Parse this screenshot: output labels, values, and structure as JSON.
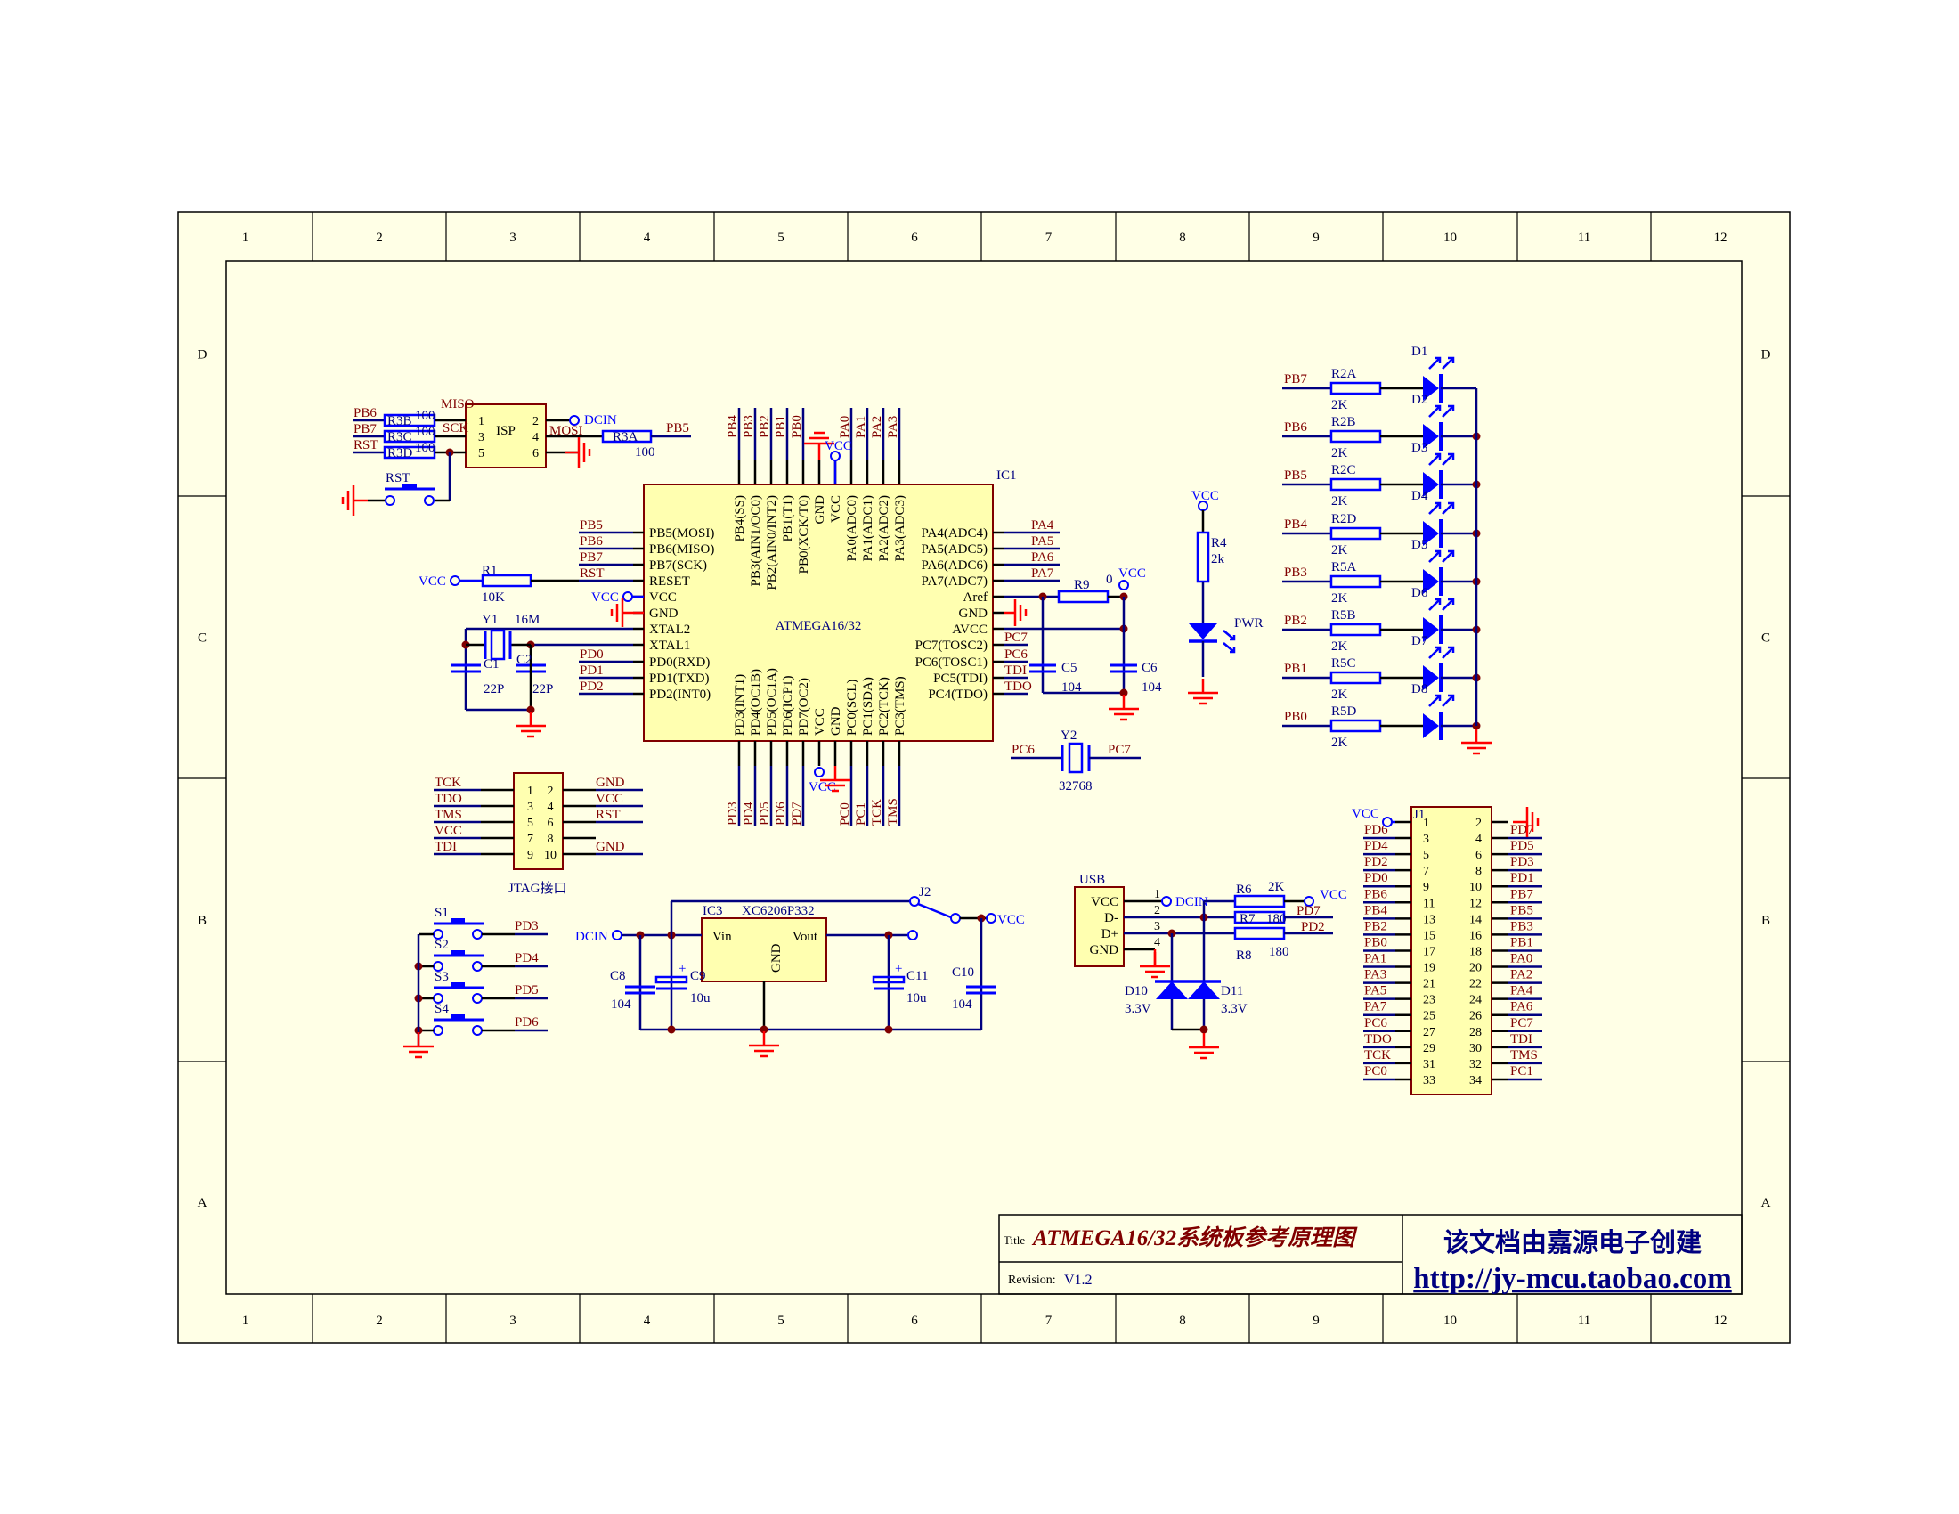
{
  "frame": {
    "columns": [
      "1",
      "2",
      "3",
      "4",
      "5",
      "6",
      "7",
      "8",
      "9",
      "10",
      "11",
      "12"
    ],
    "rows": [
      "D",
      "C",
      "B",
      "A"
    ]
  },
  "title_block": {
    "title_label": "Title",
    "title": "ATMEGA16/32系统板参考原理图",
    "revision_label": "Revision:",
    "revision": "V1.2",
    "credit": "该文档由嘉源电子创建",
    "url": "http://jy-mcu.taobao.com"
  },
  "colors": {
    "wire": "#000080",
    "stub": "#000000",
    "net_label": "#800000",
    "port": "#0000ff",
    "ground": "#ff0000",
    "junction": "#800000",
    "body": "#ffffb0",
    "body_border": "#800000",
    "sheet": "#ffffe6"
  },
  "ic1": {
    "ref": "IC1",
    "name": "ATMEGA16/32",
    "left_pins": [
      "PB5(MOSI)",
      "PB6(MISO)",
      "PB7(SCK)",
      "RESET",
      "VCC",
      "GND",
      "XTAL2",
      "XTAL1",
      "PD0(RXD)",
      "PD1(TXD)",
      "PD2(INT0)"
    ],
    "right_pins": [
      "PA4(ADC4)",
      "PA5(ADC5)",
      "PA6(ADC6)",
      "PA7(ADC7)",
      "Aref",
      "GND",
      "AVCC",
      "PC7(TOSC2)",
      "PC6(TOSC1)",
      "PC5(TDI)",
      "PC4(TDO)"
    ],
    "top_pins": [
      "PB4(SS)",
      "PB3(AIN1/OC0)",
      "PB2(AIN0/INT2)",
      "PB1(T1)",
      "PB0(XCK/T0)",
      "GND",
      "VCC",
      "PA0(ADC0)",
      "PA1(ADC1)",
      "PA2(ADC2)",
      "PA3(ADC3)"
    ],
    "bottom_pins": [
      "PD3(INT1)",
      "PD4(OC1B)",
      "PD5(OC1A)",
      "PD6(ICP1)",
      "PD7(OC2)",
      "VCC",
      "GND",
      "PC0(SCL)",
      "PC1(SDA)",
      "PC2(TCK)",
      "PC3(TMS)"
    ],
    "left_nets": [
      "PB5",
      "PB6",
      "PB7",
      "RST",
      "",
      "",
      "",
      "",
      "PD0",
      "PD1",
      "PD2"
    ],
    "right_nets": [
      "PA4",
      "PA5",
      "PA6",
      "PA7",
      "",
      "",
      "",
      "PC7",
      "PC6",
      "TDI",
      "TDO"
    ],
    "top_nets": [
      "PB4",
      "PB3",
      "PB2",
      "PB1",
      "PB0",
      "",
      "",
      "PA0",
      "PA1",
      "PA2",
      "PA3"
    ],
    "bottom_nets": [
      "PD3",
      "PD4",
      "PD5",
      "PD6",
      "PD7",
      "",
      "",
      "PC0",
      "PC1",
      "TCK",
      "TMS"
    ],
    "vcc_port": "VCC",
    "top_vcc_port": "VCC",
    "bottom_vcc_port": "VCC"
  },
  "isp": {
    "name": "ISP",
    "left_pin_numbers": [
      "1",
      "3",
      "5"
    ],
    "right_pin_numbers": [
      "2",
      "4",
      "6"
    ],
    "left_nets": [
      "PB6",
      "PB7",
      "RST"
    ],
    "resistors": [
      {
        "ref": "R3B",
        "value": "100"
      },
      {
        "ref": "R3C",
        "value": "100"
      },
      {
        "ref": "R3D",
        "value": "100"
      }
    ],
    "miso": "MISO",
    "sck": "SCK",
    "mosi": "MOSI",
    "dcin": "DCIN",
    "r3a": {
      "ref": "R3A",
      "value": "100"
    },
    "pb5": "PB5",
    "rst_button": "RST"
  },
  "r1": {
    "ref": "R1",
    "value": "10K",
    "port": "VCC"
  },
  "crystal": {
    "ref": "Y1",
    "value": "16M",
    "c1": "C1",
    "c2": "C2",
    "c1_value": "22P",
    "c2_value": "22P"
  },
  "aref": {
    "r9": "R9",
    "r9_value": "0",
    "vcc": "VCC",
    "c5": "C5",
    "c5_value": "104",
    "c6": "C6",
    "c6_value": "104"
  },
  "rtc": {
    "ref": "Y2",
    "value": "32768",
    "left_net": "PC6",
    "right_net": "PC7"
  },
  "pwr_led": {
    "vcc": "VCC",
    "r4": "R4",
    "r4_value": "2k",
    "label": "PWR"
  },
  "leds": {
    "rows": [
      {
        "net": "PB7",
        "res": "R2A",
        "value": "2K",
        "led": "D1"
      },
      {
        "net": "PB6",
        "res": "R2B",
        "value": "2K",
        "led": "D2"
      },
      {
        "net": "PB5",
        "res": "R2C",
        "value": "2K",
        "led": "D3"
      },
      {
        "net": "PB4",
        "res": "R2D",
        "value": "2K",
        "led": "D4"
      },
      {
        "net": "PB3",
        "res": "R5A",
        "value": "2K",
        "led": "D5"
      },
      {
        "net": "PB2",
        "res": "R5B",
        "value": "2K",
        "led": "D6"
      },
      {
        "net": "PB1",
        "res": "R5C",
        "value": "2K",
        "led": "D7"
      },
      {
        "net": "PB0",
        "res": "R5D",
        "value": "2K",
        "led": "D8"
      }
    ]
  },
  "jtag": {
    "name": "JTAG接口",
    "left_numbers": [
      "1",
      "3",
      "5",
      "7",
      "9"
    ],
    "right_numbers": [
      "2",
      "4",
      "6",
      "8",
      "10"
    ],
    "left_nets": [
      "TCK",
      "TDO",
      "TMS",
      "VCC",
      "TDI"
    ],
    "right_nets": [
      "GND",
      "VCC",
      "RST",
      "",
      "GND"
    ]
  },
  "switches": [
    {
      "ref": "S1",
      "net": "PD3"
    },
    {
      "ref": "S2",
      "net": "PD4"
    },
    {
      "ref": "S3",
      "net": "PD5"
    },
    {
      "ref": "S4",
      "net": "PD6"
    }
  ],
  "regulator": {
    "ref": "IC3",
    "part": "XC6206P332",
    "vin": "Vin",
    "vout": "Vout",
    "gnd": "GND",
    "dcin": "DCIN",
    "c8": "C8",
    "c8_value": "104",
    "c9": "C9",
    "c9_value": "10u",
    "c11": "C11",
    "c11_value": "10u",
    "c10": "C10",
    "c10_value": "104",
    "j2": "J2",
    "vcc": "VCC",
    "plus": "+"
  },
  "usb": {
    "name": "USB",
    "pins": [
      "VCC",
      "D-",
      "D+",
      "GND"
    ],
    "numbers": [
      "1",
      "2",
      "3",
      "4"
    ],
    "dcin": "DCIN",
    "r6": "R6",
    "r6_value": "2K",
    "r7": "R7",
    "r7_value": "180",
    "r8": "R8",
    "r8_value": "180",
    "vcc": "VCC",
    "pd7": "PD7",
    "pd2": "PD2",
    "d10": "D10",
    "d10_value": "3.3V",
    "d11": "D11",
    "d11_value": "3.3V"
  },
  "j1": {
    "ref": "J1",
    "vcc": "VCC",
    "left_numbers": [
      "1",
      "3",
      "5",
      "7",
      "9",
      "11",
      "13",
      "15",
      "17",
      "19",
      "21",
      "23",
      "25",
      "27",
      "29",
      "31",
      "33"
    ],
    "right_numbers": [
      "2",
      "4",
      "6",
      "8",
      "10",
      "12",
      "14",
      "16",
      "18",
      "20",
      "22",
      "24",
      "26",
      "28",
      "30",
      "32",
      "34"
    ],
    "left_nets": [
      "PD6",
      "PD4",
      "PD2",
      "PD0",
      "PB6",
      "PB4",
      "PB2",
      "PB0",
      "PA1",
      "PA3",
      "PA5",
      "PA7",
      "PC6",
      "TDO",
      "TCK",
      "PC0"
    ],
    "right_nets": [
      "PD7",
      "PD5",
      "PD3",
      "PD1",
      "PB7",
      "PB5",
      "PB3",
      "PB1",
      "PA0",
      "PA2",
      "PA4",
      "PA6",
      "PC7",
      "TDI",
      "TMS",
      "PC1"
    ]
  }
}
